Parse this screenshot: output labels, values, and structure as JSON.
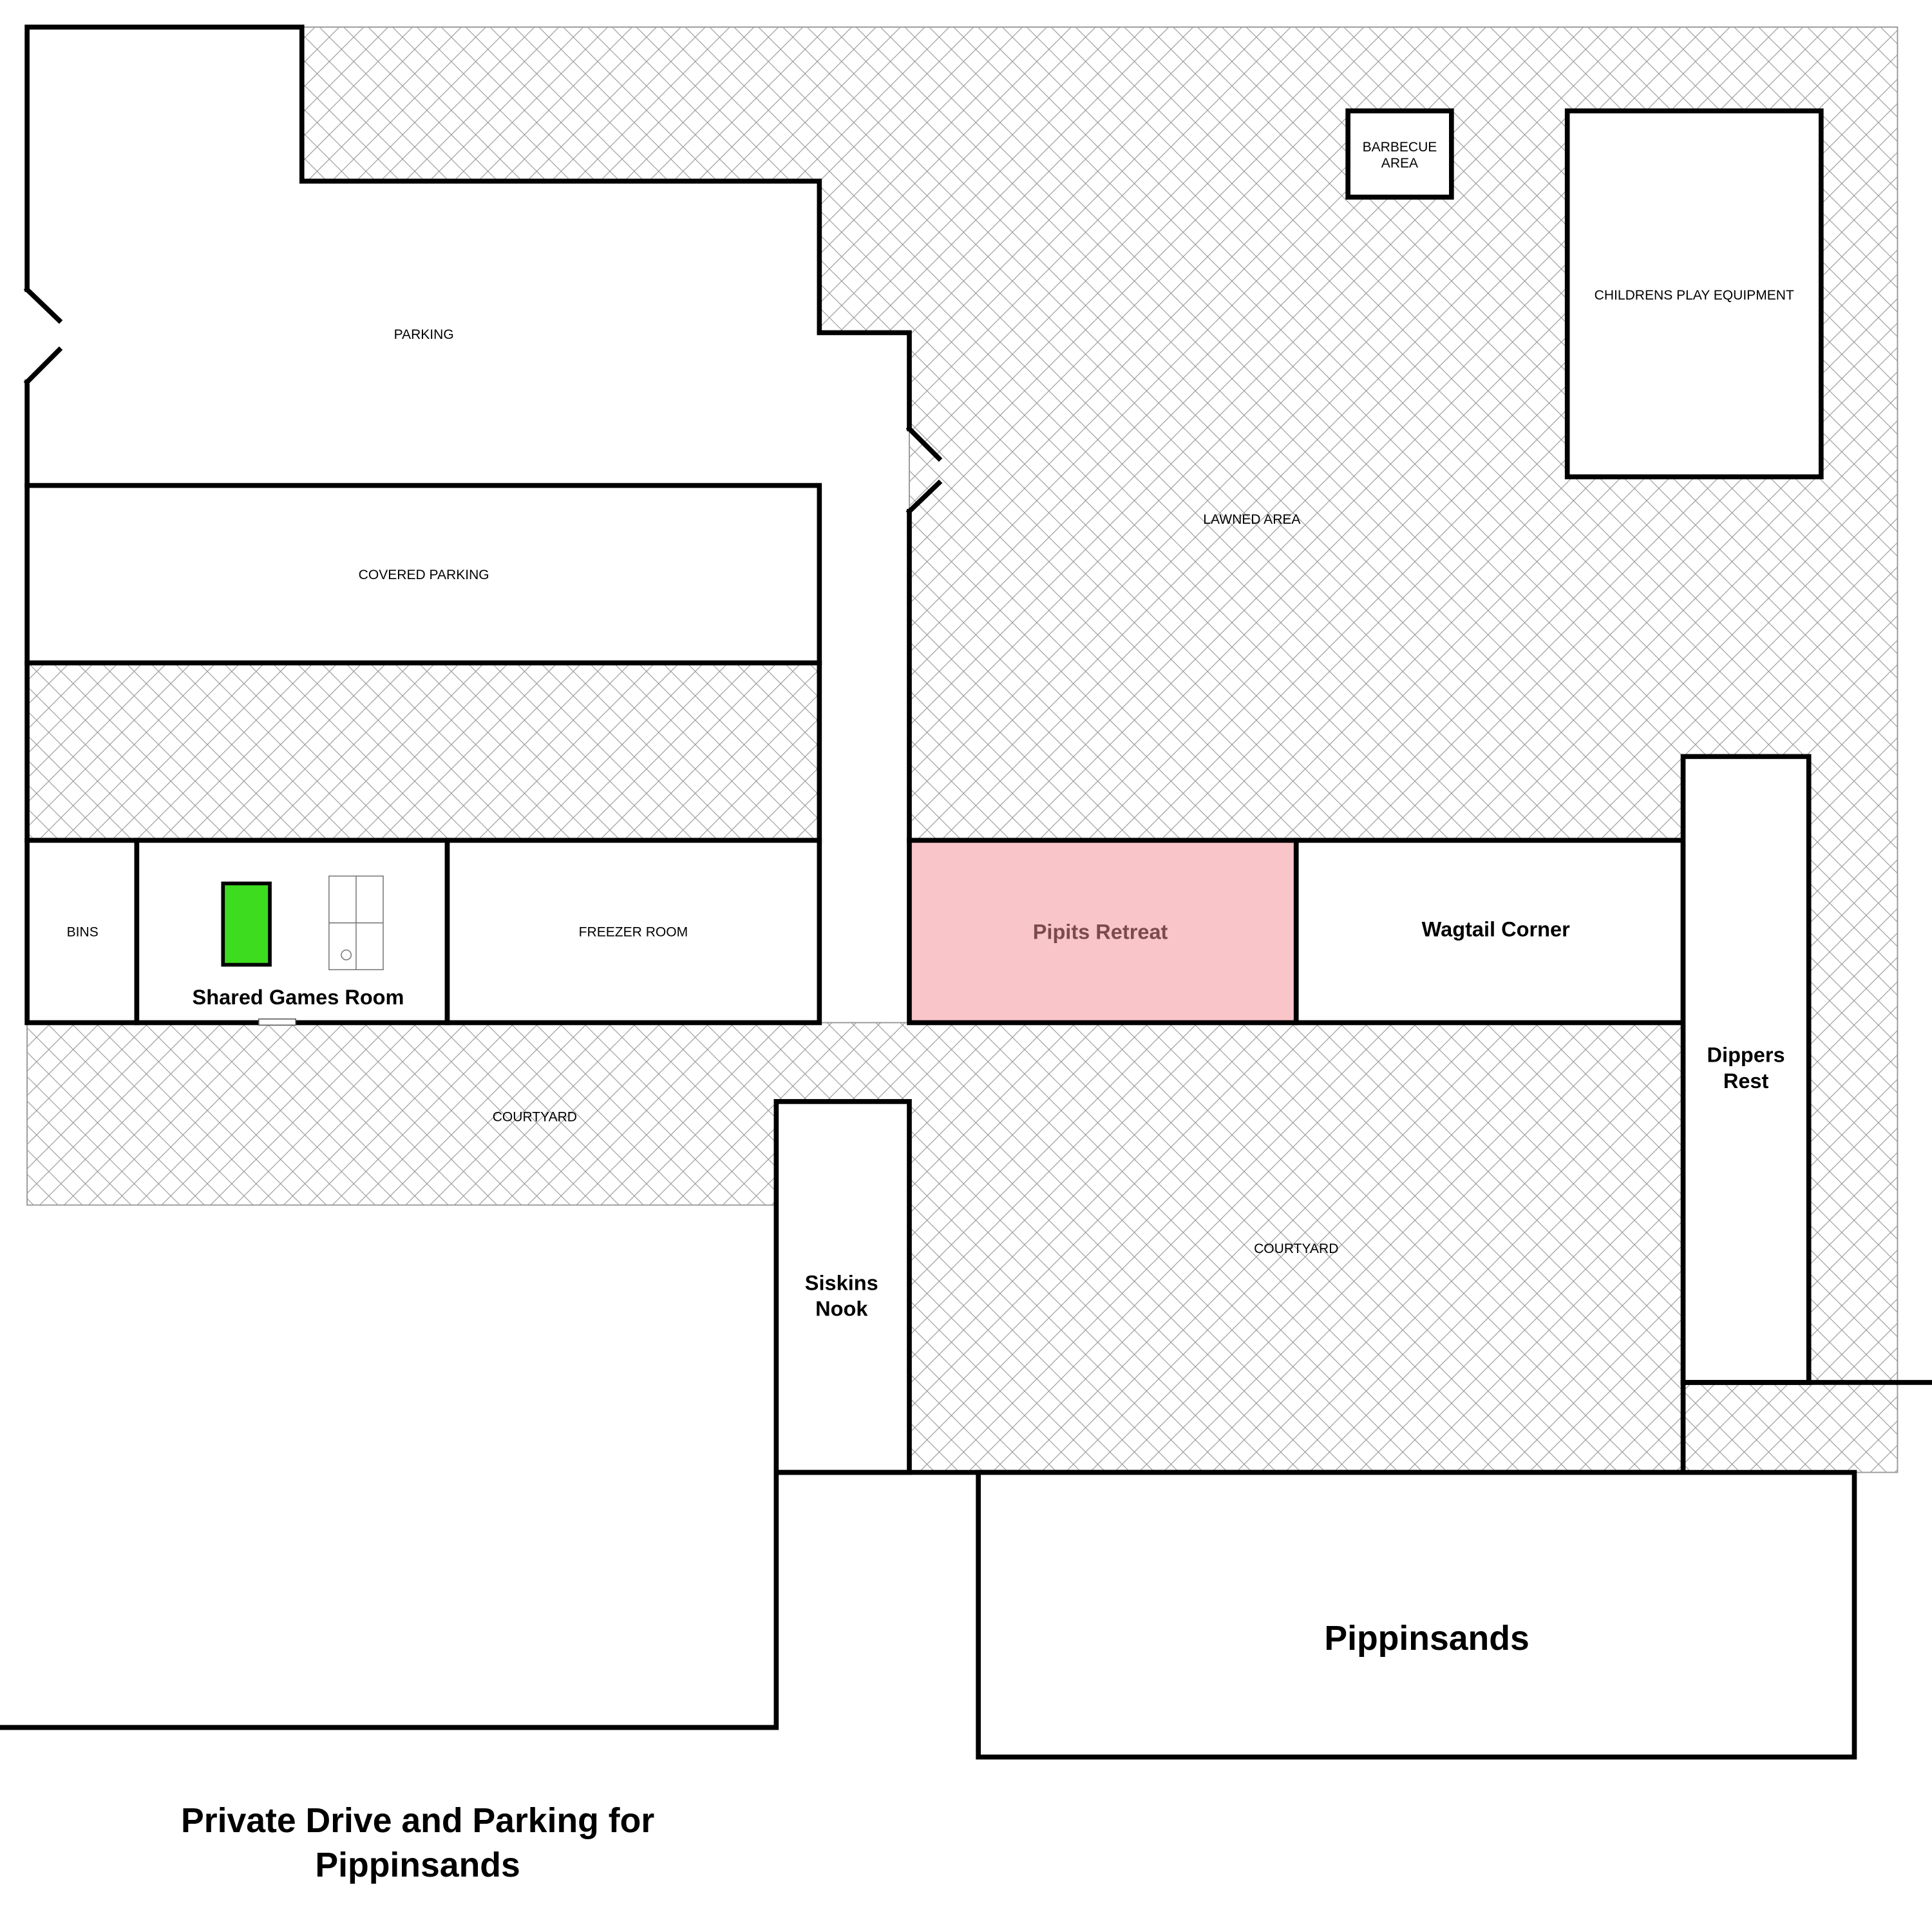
{
  "title": "Private Drive and Parking for Pippinsands",
  "title_lines": [
    "Private Drive and Parking for",
    "Pippinsands"
  ],
  "colors": {
    "pipits_fill": "#f9c5c8",
    "pipits_text": "#7a4a4c",
    "pool_table": "#3ddc1f",
    "hatch": "#999999",
    "wall": "#000000"
  },
  "areas": {
    "parking": "PARKING",
    "covered_parking": "COVERED PARKING",
    "lawned_area": "LAWNED AREA",
    "barbecue": [
      "BARBECUE",
      "AREA"
    ],
    "play_equipment": "CHILDRENS PLAY EQUIPMENT",
    "bins": "BINS",
    "games_room": "Shared Games Room",
    "freezer_room": "FREEZER ROOM",
    "courtyard_left": "COURTYARD",
    "courtyard_right": "COURTYARD"
  },
  "units": {
    "pipits": "Pipits Retreat",
    "wagtail": "Wagtail Corner",
    "dippers": [
      "Dippers",
      "Rest"
    ],
    "siskins": [
      "Siskins",
      "Nook"
    ],
    "pippinsands": "Pippinsands"
  },
  "icons": [
    "pool-table-icon",
    "table-tennis-icon",
    "door-icon"
  ]
}
